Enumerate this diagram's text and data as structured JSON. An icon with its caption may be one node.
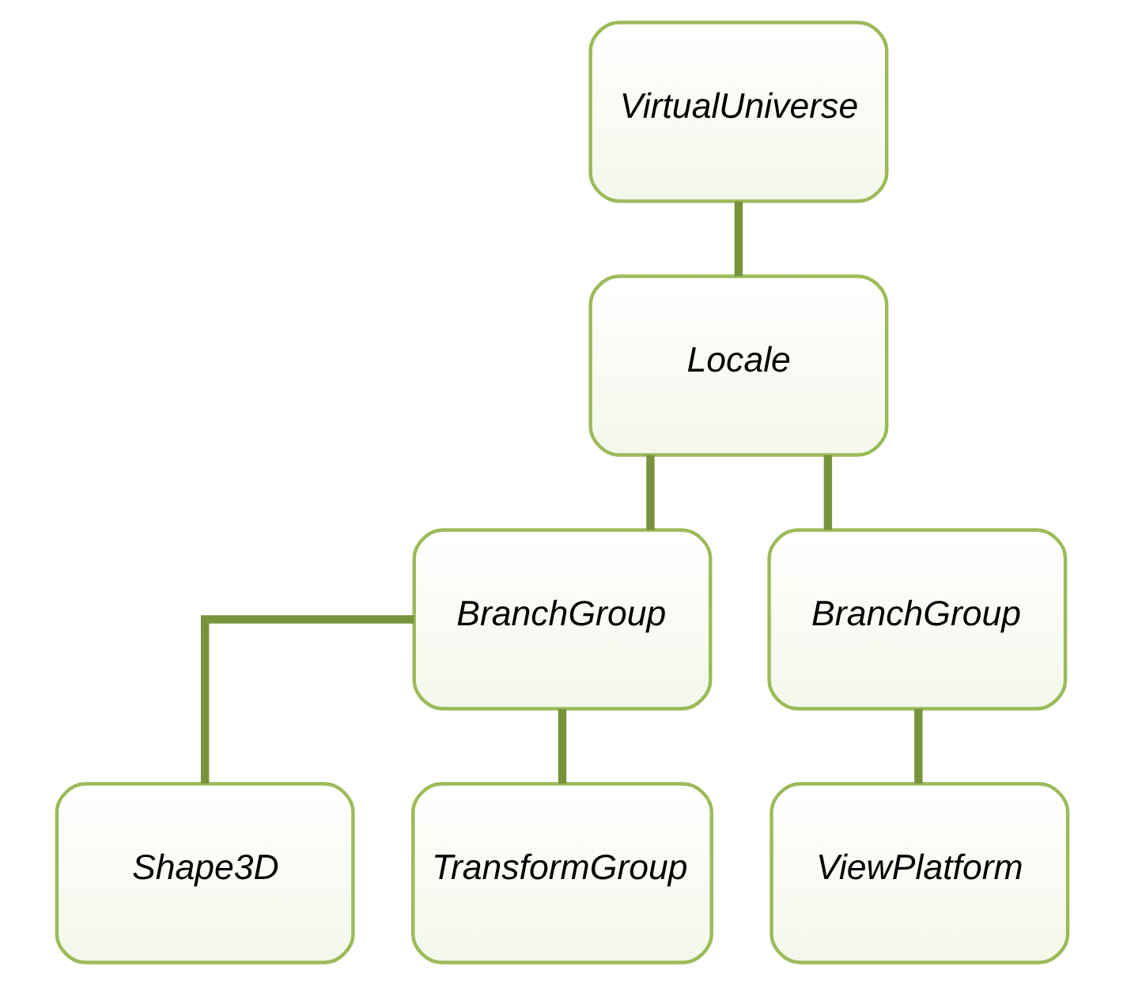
{
  "diagram": {
    "nodes": [
      {
        "text": [
          "VirtualUniverse"
        ]
      },
      {
        "text": [
          "Locale"
        ]
      },
      {
        "text": [
          "BranchGroup"
        ]
      },
      {
        "text": [
          "BranchGroup"
        ]
      },
      {
        "text": [
          "Shape3D"
        ]
      },
      {
        "text": [
          "TransformGroup"
        ]
      },
      {
        "text": [
          "ViewPlatform"
        ]
      }
    ],
    "edges": [
      {
        "from": 0,
        "to": 1,
        "arrow": "none"
      },
      {
        "from": 1,
        "to": 2,
        "arrow": "none"
      },
      {
        "from": 1,
        "to": 3,
        "arrow": "none"
      },
      {
        "from": 2,
        "to": 4,
        "arrow": "none"
      },
      {
        "from": 2,
        "to": 5,
        "arrow": "none"
      },
      {
        "from": 3,
        "to": 6,
        "arrow": "none"
      }
    ]
  }
}
